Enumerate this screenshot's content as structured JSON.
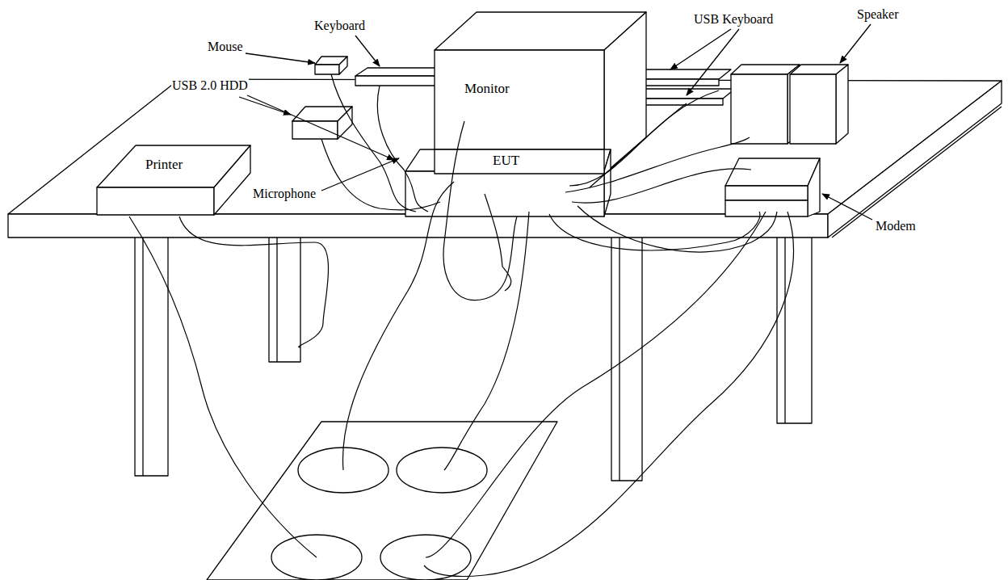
{
  "diagram": {
    "nodes": [
      {
        "text": [
          "Monitor"
        ]
      },
      {
        "text": [
          "Printer"
        ]
      },
      {
        "text": [
          "EUT"
        ]
      }
    ],
    "labels": [
      "Mouse",
      "Keyboard",
      "USB Keyboard",
      "Speaker",
      "USB 2.0 HDD",
      "Microphone",
      "Modem"
    ]
  }
}
